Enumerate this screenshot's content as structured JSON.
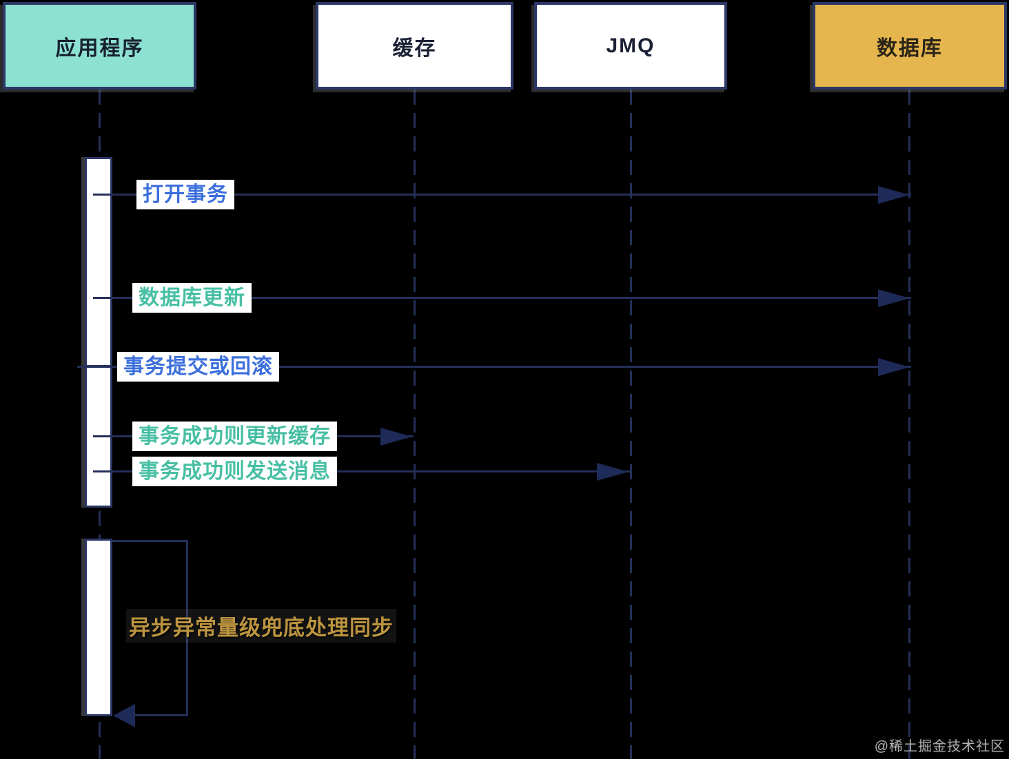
{
  "diagram": {
    "type": "sequence-diagram",
    "background_color": "#000000",
    "line_color": "#243059",
    "participants": [
      {
        "name": "应用程序",
        "fill": "#8DE1D0",
        "text_color": "#17202E"
      },
      {
        "name": "缓存",
        "fill": "#FFFFFF",
        "text_color": "#1B2135"
      },
      {
        "name": "JMQ",
        "fill": "#FFFFFF",
        "text_color": "#1B2135"
      },
      {
        "name": "数据库",
        "fill": "#E6B64E",
        "text_color": "#2A2417"
      }
    ],
    "messages": [
      {
        "label": "打开事务",
        "from": "应用程序",
        "to": "数据库",
        "text_color": "#3C6FDC",
        "self": false
      },
      {
        "label": "数据库更新",
        "from": "应用程序",
        "to": "数据库",
        "text_color": "#47BFA3",
        "self": false
      },
      {
        "label": "事务提交或回滚",
        "from": "应用程序",
        "to": "数据库",
        "text_color": "#3C6FDC",
        "self": false
      },
      {
        "label": "事务成功则更新缓存",
        "from": "应用程序",
        "to": "缓存",
        "text_color": "#47BFA3",
        "self": false
      },
      {
        "label": "事务成功则发送消息",
        "from": "应用程序",
        "to": "JMQ",
        "text_color": "#47BFA3",
        "self": false
      },
      {
        "label": "异步异常量级兜底处理同步",
        "from": "应用程序",
        "to": "应用程序",
        "text_color": "#BD9540",
        "self": true
      }
    ]
  },
  "watermark": {
    "text": "@稀土掘金技术社区"
  }
}
